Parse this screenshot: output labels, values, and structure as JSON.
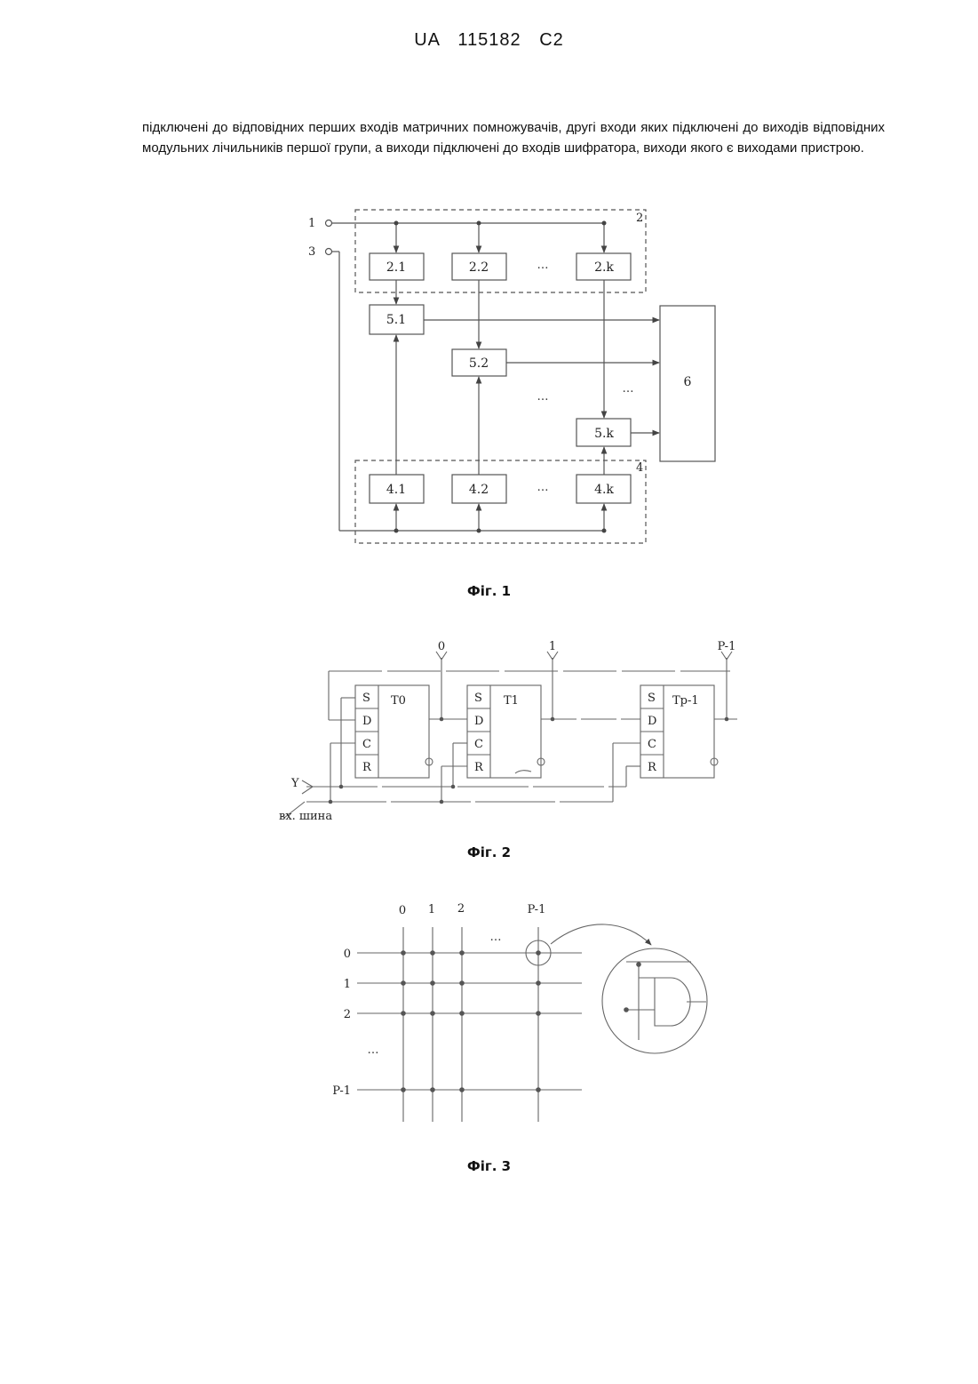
{
  "header": {
    "patent_number": "UA   115182   C2"
  },
  "body": {
    "paragraph": "підключені до відповідних перших входів матричних помножувачів, другі входи яких підключені до виходів відповідних модульних лічильників першої групи, а виходи підключені до входів шифратора, виходи якого є виходами пристрою."
  },
  "fig1": {
    "caption": "Фіг. 1",
    "input_labels": [
      "1",
      "3"
    ],
    "group_labels": [
      "2",
      "4"
    ],
    "counters_top": [
      "2.1",
      "2.2",
      "2.k"
    ],
    "multipliers": [
      "5.1",
      "5.2",
      "5.k"
    ],
    "counters_bottom": [
      "4.1",
      "4.2",
      "4.k"
    ],
    "encoder": "6",
    "ellipsis": "…"
  },
  "fig2": {
    "caption": "Фіг. 2",
    "outputs": [
      "0",
      "1",
      "P-1"
    ],
    "triggers": [
      "T0",
      "T1",
      "Tp-1"
    ],
    "pins": [
      "S",
      "D",
      "C",
      "R"
    ],
    "input_label": "Y",
    "bus_label": "вх. шина"
  },
  "fig3": {
    "caption": "Фіг. 3",
    "col_labels": [
      "0",
      "1",
      "2",
      "P-1"
    ],
    "row_labels": [
      "0",
      "1",
      "2",
      "P-1"
    ],
    "ellipsis": "…"
  }
}
